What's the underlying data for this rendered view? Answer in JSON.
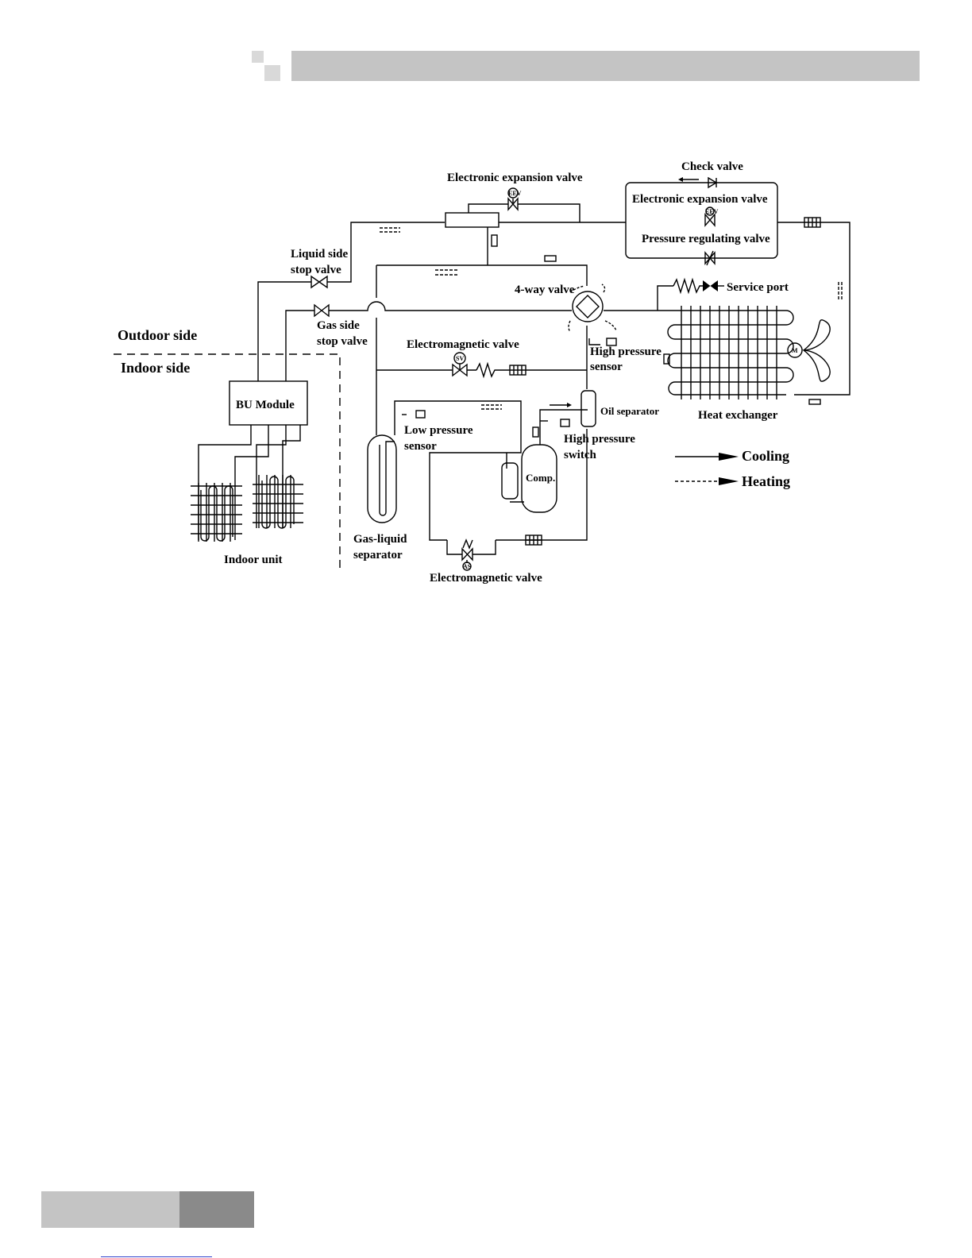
{
  "header": {
    "accent_light": "#d9d9d9",
    "accent_dark": "#808080",
    "bar_color": "#c4c4c4"
  },
  "diagram": {
    "labels": {
      "electronic_expansion_valve_top": "Electronic expansion valve",
      "check_valve": "Check valve",
      "electronic_expansion_valve_box": "Electronic expansion valve",
      "pressure_regulating_valve": "Pressure regulating valve",
      "liquid_side_1": "Liquid side",
      "liquid_side_2": "stop valve",
      "gas_side_1": "Gas side",
      "gas_side_2": "stop valve",
      "four_way_valve": "4-way valve",
      "service_port": "Service port",
      "outdoor_side": "Outdoor side",
      "indoor_side": "Indoor side",
      "electromagnetic_valve_mid": "Electromagnetic valve",
      "high_pressure_sensor_1": "High pressure",
      "high_pressure_sensor_2": "sensor",
      "bu_module": "BU  Module",
      "low_pressure_sensor_1": "Low pressure",
      "low_pressure_sensor_2": "sensor",
      "oil_separator": "Oil separator",
      "heat_exchanger": "Heat exchanger",
      "high_pressure_switch_1": "High pressure",
      "high_pressure_switch_2": "switch",
      "comp": "Comp.",
      "indoor_unit": "Indoor unit",
      "gas_liquid_1": "Gas-liquid",
      "gas_liquid_2": "separator",
      "electromagnetic_valve_bottom": "Electromagnetic valve",
      "eev_tag": "EEV",
      "sv_tag": "SV",
      "as_tag": "AS",
      "motor_tag": "M"
    },
    "legend": {
      "cooling": "Cooling",
      "heating": "Heating"
    }
  },
  "footer": {
    "light": "#c4c4c4",
    "dark": "#8a8a8a",
    "link_color": "#3344cc"
  }
}
